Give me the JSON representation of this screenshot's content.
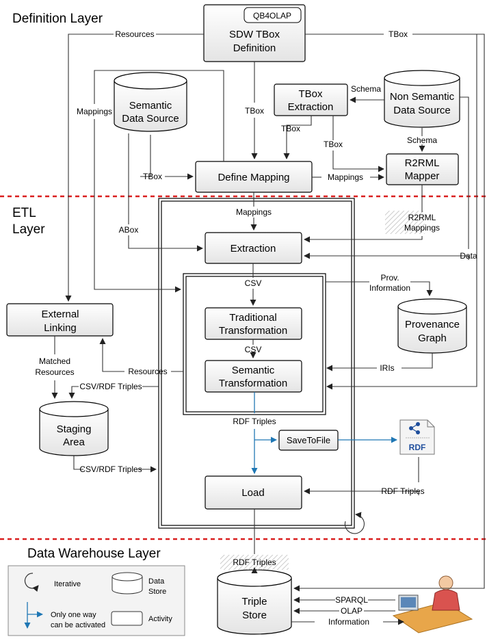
{
  "layers": {
    "definition": "Definition Layer",
    "etl_line1": "ETL",
    "etl_line2": "Layer",
    "dw": "Data Warehouse Layer"
  },
  "nodes": {
    "qb4olap": "QB4OLAP",
    "sdw_tbox_l1": "SDW TBox",
    "sdw_tbox_l2": "Definition",
    "semantic_ds_l1": "Semantic",
    "semantic_ds_l2": "Data Source",
    "tbox_extraction_l1": "TBox",
    "tbox_extraction_l2": "Extraction",
    "non_semantic_l1": "Non Semantic",
    "non_semantic_l2": "Data Source",
    "define_mapping": "Define Mapping",
    "r2rml_l1": "R2RML",
    "r2rml_l2": "Mapper",
    "extraction": "Extraction",
    "external_linking_l1": "External",
    "external_linking_l2": "Linking",
    "traditional_l1": "Traditional",
    "traditional_l2": "Transformation",
    "semantic_trans_l1": "Semantic",
    "semantic_trans_l2": "Transformation",
    "provenance_l1": "Provenance",
    "provenance_l2": "Graph",
    "staging_l1": "Staging",
    "staging_l2": "Area",
    "save_to_file": "SaveToFile",
    "rdf_icon": "RDF",
    "load": "Load",
    "triple_store_l1": "Triple",
    "triple_store_l2": "Store"
  },
  "edges": {
    "resources_top": "Resources",
    "tbox_top": "TBox",
    "mappings_left": "Mappings",
    "schema_1": "Schema",
    "tbox_center": "TBox",
    "tbox_ext": "TBox",
    "tbox_ext2": "TBox",
    "schema_2": "Schema",
    "tbox_sem": "TBox",
    "mappings_r2rml": "Mappings",
    "mappings_down": "Mappings",
    "abox": "ABox",
    "r2rml_mappings_l1": "R2RML",
    "r2rml_mappings_l2": "Mappings",
    "data": "Data",
    "csv_1": "CSV",
    "prov_l1": "Prov.",
    "prov_l2": "Information",
    "csv_2": "CSV",
    "matched_l1": "Matched",
    "matched_l2": "Resources",
    "resources_mid": "Resources",
    "iris": "IRIs",
    "csv_rdf_1": "CSV/RDF Triples",
    "rdf_triples_1": "RDF Triples",
    "csv_rdf_2": "CSV/RDF Triples",
    "rdf_triples_2": "RDF Triples",
    "rdf_triples_3": "RDF Triples",
    "sparql": "SPARQL",
    "olap": "OLAP",
    "information": "Information"
  },
  "legend": {
    "iterative": "Iterative",
    "data_store_l1": "Data",
    "data_store_l2": "Store",
    "one_way_l1": "Only one way",
    "one_way_l2": "can be activated",
    "activity": "Activity"
  },
  "colors": {
    "layer_divider": "#d91e1e",
    "optional_flow": "#1f77b4",
    "box_fill_top": "#ffffff",
    "box_fill_bottom": "#e6e6e6"
  }
}
